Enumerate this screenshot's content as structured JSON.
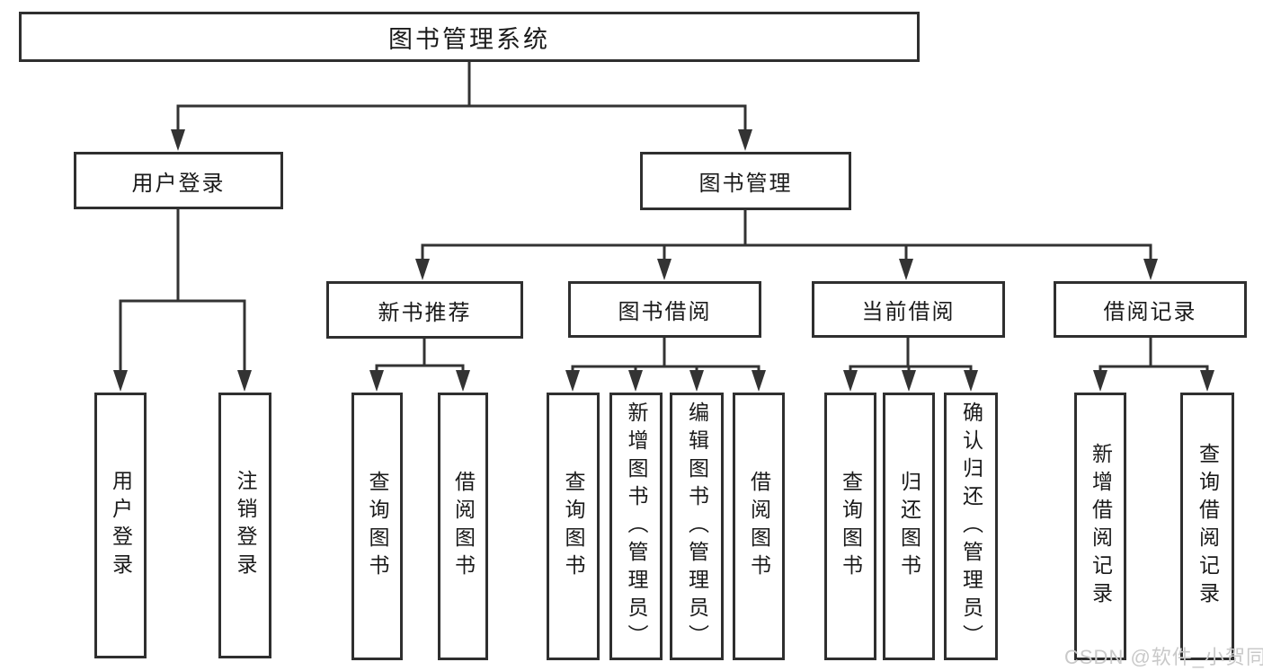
{
  "diagram": {
    "tree": {
      "label": "图书管理系统",
      "children": [
        {
          "label": "用户登录",
          "children": [
            {
              "label": "用户登录"
            },
            {
              "label": "注销登录"
            }
          ]
        },
        {
          "label": "图书管理",
          "children": [
            {
              "label": "新书推荐",
              "children": [
                {
                  "label": "查询图书"
                },
                {
                  "label": "借阅图书"
                }
              ]
            },
            {
              "label": "图书借阅",
              "children": [
                {
                  "label": "查询图书"
                },
                {
                  "label": "新增图书（管理员）"
                },
                {
                  "label": "编辑图书（管理员）"
                },
                {
                  "label": "借阅图书"
                }
              ]
            },
            {
              "label": "当前借阅",
              "children": [
                {
                  "label": "查询图书"
                },
                {
                  "label": "归还图书"
                },
                {
                  "label": "确认归还（管理员）"
                }
              ]
            },
            {
              "label": "借阅记录",
              "children": [
                {
                  "label": "新增借阅记录"
                },
                {
                  "label": "查询借阅记录"
                }
              ]
            }
          ]
        }
      ]
    },
    "watermark": "CSDN @软件_小贺同学",
    "colors": {
      "line": "#333333",
      "text": "#1a1a1a",
      "background": "#ffffff",
      "watermark": "#c9c9c9"
    }
  }
}
